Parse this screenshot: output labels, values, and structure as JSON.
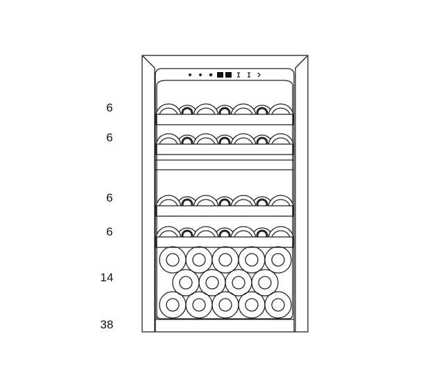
{
  "capacity_labels": {
    "shelf1": "6",
    "shelf2": "6",
    "shelf3": "6",
    "shelf4": "6",
    "bottom_stack": "14",
    "total": "38"
  },
  "control_panel": {
    "icons": [
      "light-icon",
      "power-icon",
      "sun-icon",
      "digital-display",
      "up-icon",
      "down-icon",
      "lock-icon"
    ]
  },
  "colors": {
    "line": "#222222",
    "display": "#111111"
  }
}
